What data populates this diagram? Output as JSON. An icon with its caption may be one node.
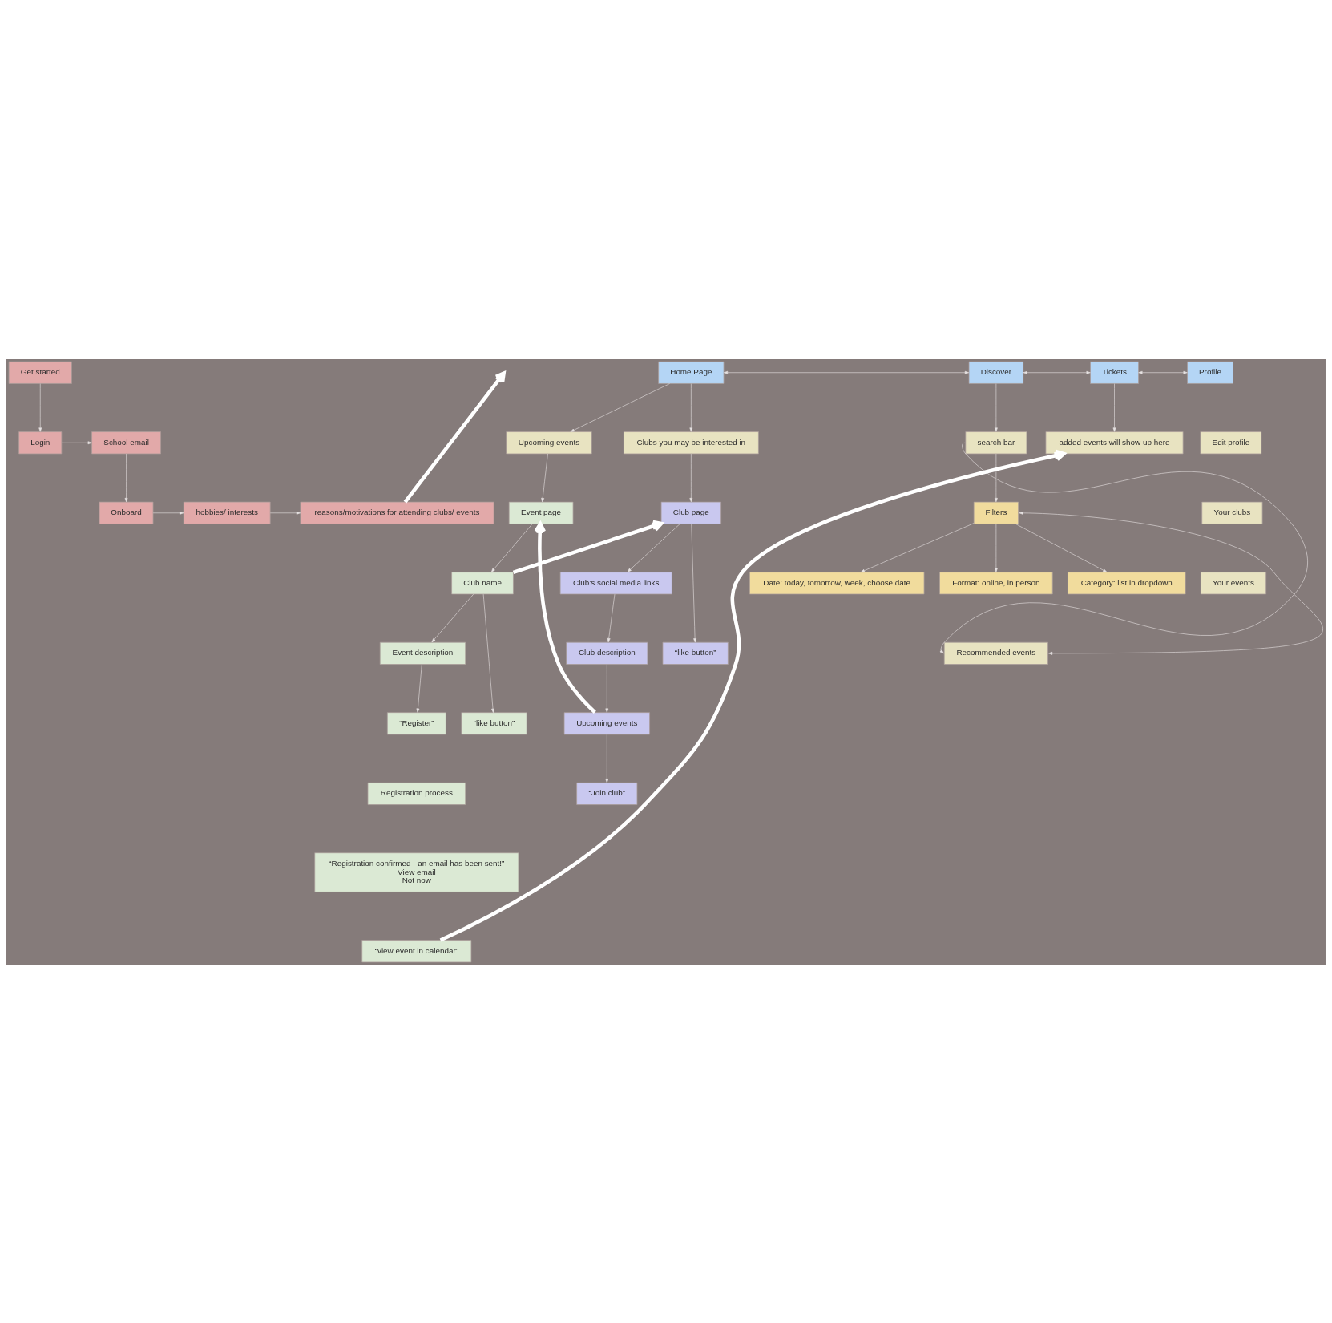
{
  "diagram": {
    "nodes": [
      {
        "text": [
          "Get started"
        ]
      },
      {
        "text": [
          "Login"
        ]
      },
      {
        "text": [
          "School email"
        ]
      },
      {
        "text": [
          "Onboard"
        ]
      },
      {
        "text": [
          "hobbies/ interests"
        ]
      },
      {
        "text": [
          "reasons/motivations for attending clubs/ events"
        ]
      },
      {
        "text": [
          "Home Page"
        ]
      },
      {
        "text": [
          "Discover"
        ]
      },
      {
        "text": [
          "Tickets"
        ]
      },
      {
        "text": [
          "Profile"
        ]
      },
      {
        "text": [
          "Upcoming events"
        ]
      },
      {
        "text": [
          "Clubs you may be interested in"
        ]
      },
      {
        "text": [
          "search bar"
        ]
      },
      {
        "text": [
          "added events will show up here"
        ]
      },
      {
        "text": [
          "Edit profile"
        ]
      },
      {
        "text": [
          "Your clubs"
        ]
      },
      {
        "text": [
          "Your events"
        ]
      },
      {
        "text": [
          "Event page"
        ]
      },
      {
        "text": [
          "Club page"
        ]
      },
      {
        "text": [
          "“like button”"
        ]
      },
      {
        "text": [
          "Filters"
        ]
      },
      {
        "text": [
          "Category: list in dropdown"
        ]
      },
      {
        "text": [
          "Date: today, tomorrow, week, choose date"
        ]
      },
      {
        "text": [
          "Club name"
        ]
      },
      {
        "text": [
          "“like button”"
        ]
      },
      {
        "text": [
          "Club’s social media links"
        ]
      },
      {
        "text": [
          "Format: online, in person"
        ]
      },
      {
        "text": [
          "Event description"
        ]
      },
      {
        "text": [
          "Club description"
        ]
      },
      {
        "text": [
          "Upcoming events"
        ]
      },
      {
        "text": [
          "Recommended events"
        ]
      },
      {
        "text": [
          "“Register”"
        ]
      },
      {
        "text": [
          "“Join club”"
        ]
      },
      {
        "text": [
          "Registration process"
        ]
      },
      {
        "text": [
          "“Registration confirmed - an email has been sent!”",
          "View email",
          "Not now"
        ]
      },
      {
        "text": [
          "“view event in calendar”"
        ]
      }
    ],
    "edges": [
      {
        "from": 0,
        "to": 1,
        "arrow": "to"
      },
      {
        "from": 1,
        "to": 2,
        "arrow": "to"
      },
      {
        "from": 2,
        "to": 3,
        "arrow": "to"
      },
      {
        "from": 3,
        "to": 4,
        "arrow": "to"
      },
      {
        "from": 4,
        "to": 5,
        "arrow": "to"
      },
      {
        "from": 5,
        "to": null,
        "arrow": "to",
        "style": "thick"
      },
      {
        "from": 6,
        "to": 7,
        "arrow": "both"
      },
      {
        "from": 7,
        "to": 8,
        "arrow": "both"
      },
      {
        "from": 8,
        "to": 9,
        "arrow": "both"
      },
      {
        "from": 6,
        "to": 10,
        "arrow": "to"
      },
      {
        "from": 6,
        "to": 11,
        "arrow": "to"
      },
      {
        "from": 7,
        "to": 12,
        "arrow": "to"
      },
      {
        "from": 8,
        "to": 13,
        "arrow": "to"
      },
      {
        "from": 10,
        "to": 17,
        "arrow": "to"
      },
      {
        "from": 11,
        "to": 18,
        "arrow": "to"
      },
      {
        "from": 18,
        "to": 19,
        "arrow": "to"
      },
      {
        "from": 12,
        "to": 20,
        "arrow": "to"
      },
      {
        "from": 20,
        "to": 22,
        "arrow": "to"
      },
      {
        "from": 20,
        "to": 21,
        "arrow": "to"
      },
      {
        "from": 20,
        "to": 26,
        "arrow": "to"
      },
      {
        "from": 12,
        "to": 30,
        "arrow": "to"
      },
      {
        "from": 20,
        "to": 30,
        "arrow": "both"
      },
      {
        "from": 17,
        "to": 23,
        "arrow": "to"
      },
      {
        "from": 23,
        "to": 24,
        "arrow": "to"
      },
      {
        "from": 23,
        "to": 18,
        "arrow": "to",
        "style": "thick"
      },
      {
        "from": 29,
        "to": 17,
        "arrow": "to",
        "style": "thick"
      },
      {
        "from": 23,
        "to": 27,
        "arrow": "to"
      },
      {
        "from": 27,
        "to": 31,
        "arrow": "to"
      },
      {
        "from": 18,
        "to": 25,
        "arrow": "to"
      },
      {
        "from": 25,
        "to": 28,
        "arrow": "to"
      },
      {
        "from": 28,
        "to": 29,
        "arrow": "to"
      },
      {
        "from": 29,
        "to": 32,
        "arrow": "to"
      },
      {
        "from": 35,
        "to": 13,
        "arrow": "to",
        "style": "thick"
      }
    ]
  }
}
